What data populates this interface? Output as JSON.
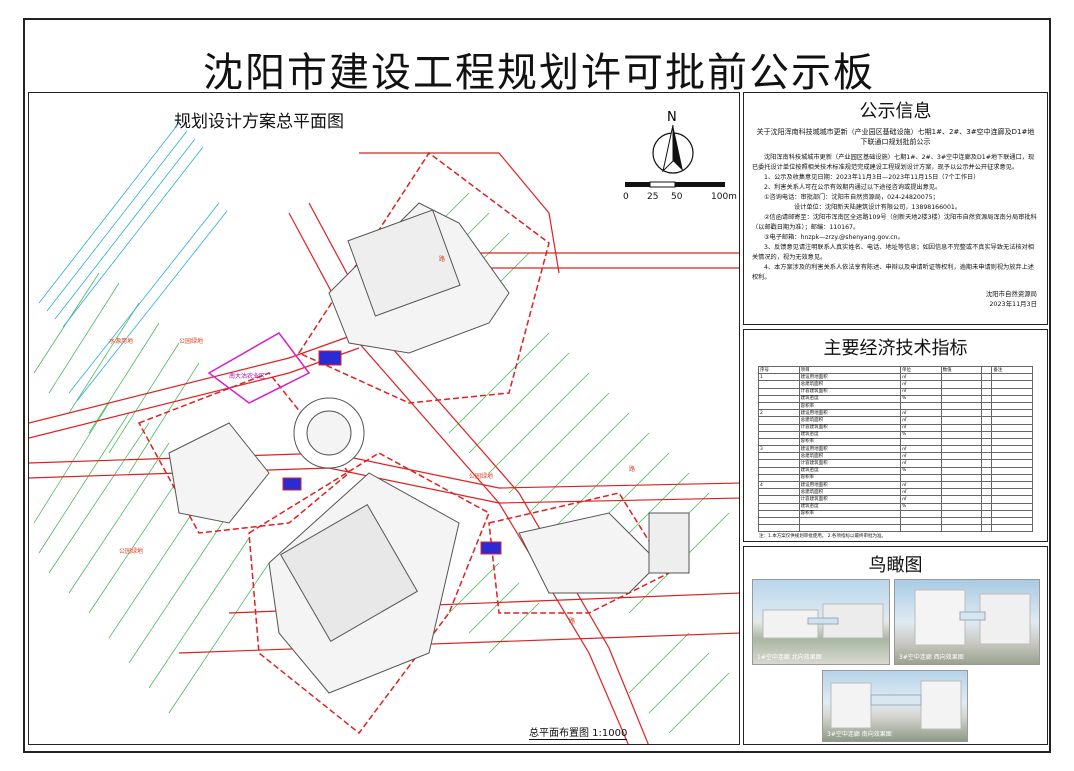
{
  "board": {
    "title": "沈阳市建设工程规划许可批前公示板"
  },
  "plan": {
    "title": "规划设计方案总平面图",
    "caption": "总平面布置图 1:1000",
    "north_label": "N",
    "scale_labels": [
      "0",
      "25",
      "50",
      "100m"
    ],
    "labels": {
      "green_strip": "水源用地",
      "green_label": "公园绿地",
      "green_label2": "公园绿地",
      "green_label3": "公园绿地",
      "road_1": "路",
      "road_2": "路",
      "road_3": "路",
      "magenta_label": "南大沽农业区"
    }
  },
  "notice": {
    "heading": "公示信息",
    "subtitle": "关于沈阳浑南科技城城市更新（产业园区基础设施）七期1#、2#、3#空中连廊及D1#地下联通口规划批前公示",
    "paragraphs": [
      "沈阳浑南科技城城市更新（产业园区基础设施）七期1#、2#、3#空中连廊及D1#地下联通口，现已委托设计单位按照相关技术标准规范完成建设工程规划设计方案，现予以公示并公开征求意见。",
      "1、公示及收集意见日期：2023年11月3日—2023年11月15日（7个工作日）",
      "2、利害关系人可在公示有效期内通过以下途径咨询或提出意见。",
      "①咨询电话：审批部门：沈阳市自然资源局，024-24820075；",
      "设计单位：沈阳新天陆建筑设计有限公司，13898166001。",
      "②信函请邮寄至：沈阳市浑南区全运路109号（创新天地2楼3楼）沈阳市自然资源局浑南分局审批科（以邮戳日期为准）；邮编：110167。",
      "③电子邮箱：hnzpk—zrzy.@shenyang.gov.cn。",
      "3、反馈意见请注明联系人真实姓名、电话、地址等信息；如因信息不完整或不真实导致无法核对相关情况的，视为无效意见。",
      "4、本方案涉及的利害关系人依法享有陈述、申辩以及申请听证等权利，逾期未申请则视为放弃上述权利。"
    ],
    "signature": "沈阳市自然资源局",
    "date": "2023年11月3日"
  },
  "kpi": {
    "heading": "主要经济技术指标",
    "table_rows": [
      [
        "序号",
        "项目",
        "单位",
        "数值",
        "",
        "备注"
      ],
      [
        "1",
        "建设用地面积",
        "㎡",
        "",
        "",
        ""
      ],
      [
        "",
        "总建筑面积",
        "㎡",
        "",
        "",
        ""
      ],
      [
        "",
        "计容建筑面积",
        "㎡",
        "",
        "",
        ""
      ],
      [
        "",
        "建筑密度",
        "%",
        "",
        "",
        ""
      ],
      [
        "",
        "容积率",
        "",
        "",
        "",
        ""
      ],
      [
        "2",
        "建设用地面积",
        "㎡",
        "",
        "",
        ""
      ],
      [
        "",
        "总建筑面积",
        "㎡",
        "",
        "",
        ""
      ],
      [
        "",
        "计容建筑面积",
        "㎡",
        "",
        "",
        ""
      ],
      [
        "",
        "建筑密度",
        "%",
        "",
        "",
        ""
      ],
      [
        "",
        "容积率",
        "",
        "",
        "",
        ""
      ],
      [
        "3",
        "建设用地面积",
        "㎡",
        "",
        "",
        ""
      ],
      [
        "",
        "总建筑面积",
        "㎡",
        "",
        "",
        ""
      ],
      [
        "",
        "计容建筑面积",
        "㎡",
        "",
        "",
        ""
      ],
      [
        "",
        "建筑密度",
        "%",
        "",
        "",
        ""
      ],
      [
        "",
        "容积率",
        "",
        "",
        "",
        ""
      ],
      [
        "4",
        "建设用地面积",
        "㎡",
        "",
        "",
        ""
      ],
      [
        "",
        "总建筑面积",
        "㎡",
        "",
        "",
        ""
      ],
      [
        "",
        "计容建筑面积",
        "㎡",
        "",
        "",
        ""
      ],
      [
        "",
        "建筑密度",
        "%",
        "",
        "",
        ""
      ],
      [
        "",
        "容积率",
        "",
        "",
        "",
        ""
      ],
      [
        "",
        "",
        "",
        "",
        "",
        ""
      ],
      [
        "",
        "",
        "",
        "",
        "",
        ""
      ]
    ],
    "notes": "注：1.本方案仅供规划审批使用。 2.各项指标以最终审批为准。"
  },
  "aerial": {
    "heading": "鸟瞰图",
    "captions": [
      "1#空中连廊 北向效果图",
      "3#空中连廊 西向效果图",
      "3#空中连廊 南向效果图"
    ]
  }
}
